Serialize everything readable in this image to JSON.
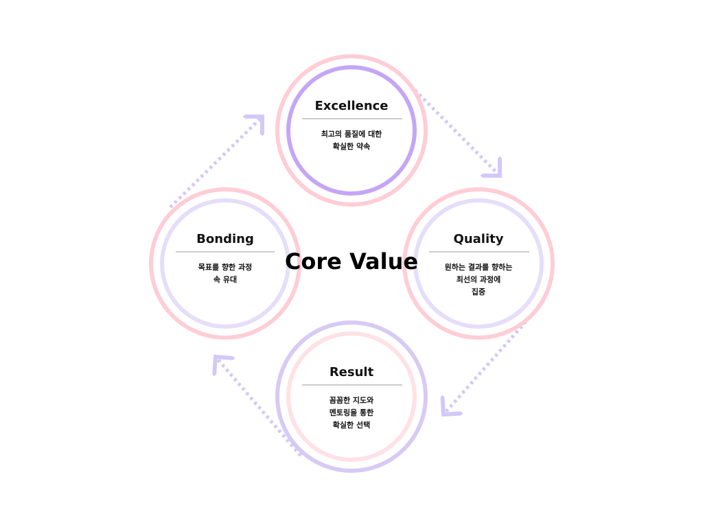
{
  "center_title": "Core Value",
  "nodes": {
    "excellence": {
      "title": "Excellence",
      "desc": [
        "최고의 품질에 대한",
        "확실한 약속"
      ],
      "outer_color": "#ffcdd6",
      "inner_color": "#c4a6f6"
    },
    "quality": {
      "title": "Quality",
      "desc": [
        "원하는 결과를 향하는",
        "최선의 과정에",
        "집중"
      ],
      "outer_color": "#ffcdd6",
      "inner_color": "#e5defa"
    },
    "result": {
      "title": "Result",
      "desc": [
        "꼼꼼한 지도와",
        "멘토링을 통한",
        "확실한 선택"
      ],
      "outer_color": "#d7cbf5",
      "inner_color": "#ffe1e6"
    },
    "bonding": {
      "title": "Bonding",
      "desc": [
        "목표를 향한 과정",
        "속 유대"
      ],
      "outer_color": "#ffcdd6",
      "inner_color": "#e5defa"
    }
  },
  "colors": {
    "arrow": "#d3c8f7",
    "divider": "#9a9a9a",
    "text": "#111111"
  }
}
